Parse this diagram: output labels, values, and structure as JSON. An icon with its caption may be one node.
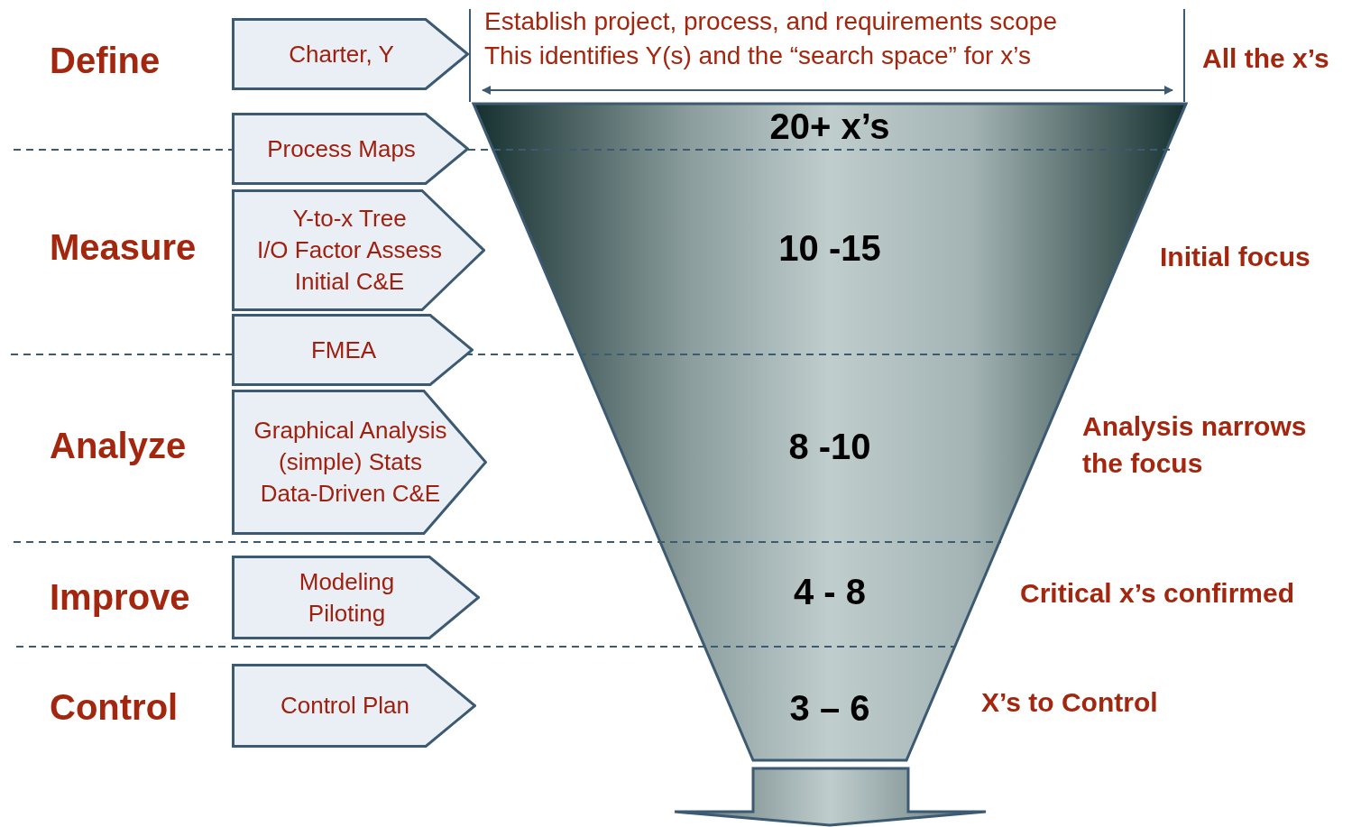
{
  "diagram": {
    "nodes": [
      {
        "text": [
          "Charter, Y"
        ]
      },
      {
        "text": [
          "Process Maps"
        ]
      },
      {
        "text": [
          "Y-to-x Tree",
          "I/O Factor Assess",
          "Initial C&E"
        ]
      },
      {
        "text": [
          "FMEA"
        ]
      },
      {
        "text": [
          "Graphical Analysis",
          "(simple) Stats",
          "Data-Driven C&E"
        ]
      },
      {
        "text": [
          "Modeling",
          "Piloting"
        ]
      },
      {
        "text": [
          "Control Plan"
        ]
      },
      {
        "text": [
          "20+ x’s",
          "10 -15",
          "8 -10",
          "4 - 8",
          "3 – 6"
        ]
      }
    ],
    "labels": [
      "Define",
      "Establish project, process, and requirements scope",
      "This identifies Y(s) and the “search space” for x’s",
      "All the x’s",
      "Measure",
      "Initial focus",
      "Analyze",
      "Analysis narrows the focus",
      "Improve",
      "Critical x’s confirmed",
      "Control",
      "X’s to Control"
    ]
  }
}
